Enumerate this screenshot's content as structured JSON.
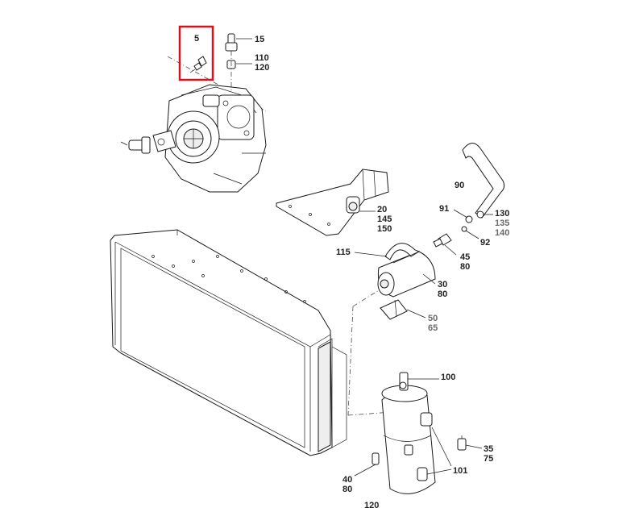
{
  "highlight": {
    "color": "#d9111a"
  },
  "callouts": {
    "c5": "5",
    "c15": "15",
    "c110": "110",
    "c120": "120",
    "c90": "90",
    "c20": "20",
    "c145": "145",
    "c150": "150",
    "c91": "91",
    "c130": "130",
    "c135": "135",
    "c140": "140",
    "c92": "92",
    "c115": "115",
    "c45": "45",
    "c80a": "80",
    "c30": "30",
    "c80b": "80",
    "c50": "50",
    "c65": "65",
    "c100": "100",
    "c35": "35",
    "c75": "75",
    "c101": "101",
    "c40": "40",
    "c80c": "80",
    "c120b": "120"
  }
}
